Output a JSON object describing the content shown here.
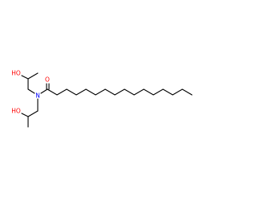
{
  "molecule": {
    "atoms": {
      "upper_oh": "HO",
      "nitrogen": "N",
      "carbonyl_oxygen": "O",
      "lower_oh": "HO"
    },
    "colors": {
      "bond": "#000000",
      "oxygen": "#ff0000",
      "nitrogen": "#0000ff",
      "background": "#ffffff"
    }
  }
}
